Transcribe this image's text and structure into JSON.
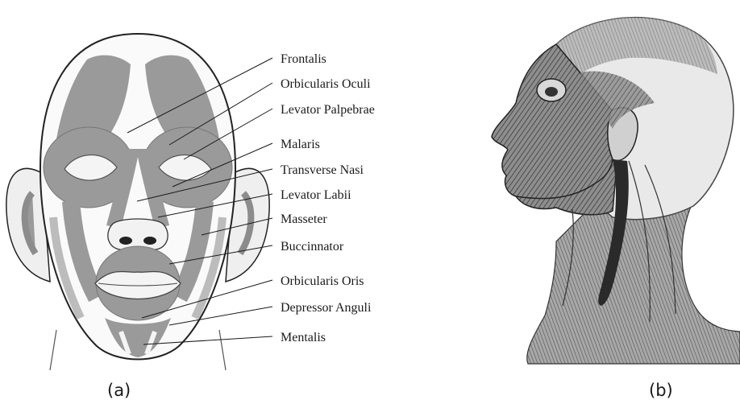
{
  "panel_a": {
    "caption": "(a)",
    "labels": [
      "Frontalis",
      "Orbicularis Oculi",
      "Levator Palpebrae",
      "Malaris",
      "Transverse Nasi",
      "Levator Labii",
      "Masseter",
      "Buccinnator",
      "Orbicularis Oris",
      "Depressor Anguli",
      "Mentalis"
    ]
  },
  "panel_b": {
    "caption": "(b)"
  }
}
